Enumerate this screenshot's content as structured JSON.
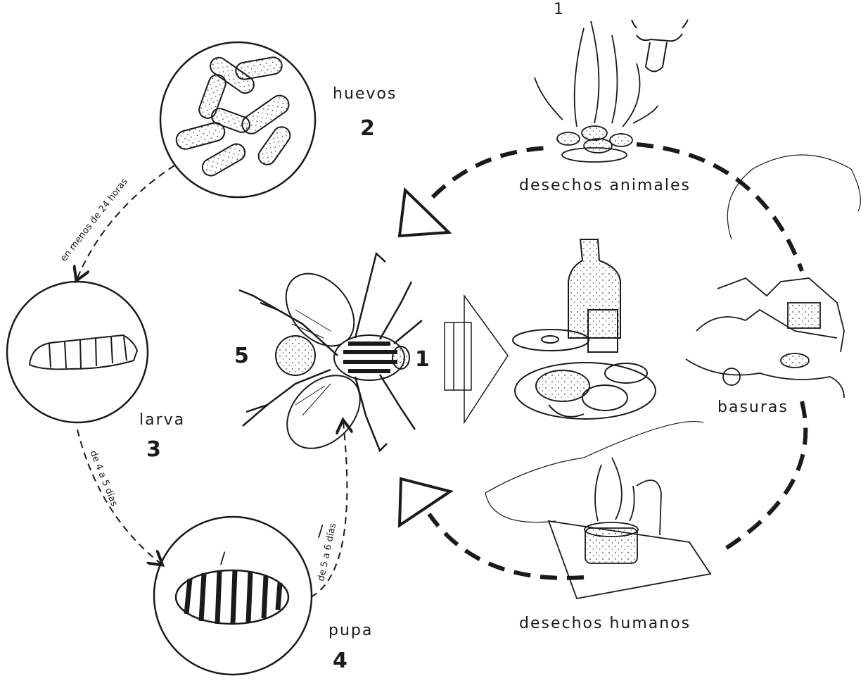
{
  "stages": {
    "eggs": {
      "label": "huevos",
      "number": "2"
    },
    "larva": {
      "label": "larva",
      "number": "3"
    },
    "pupa": {
      "label": "pupa",
      "number": "4"
    },
    "adult": {
      "number": "5"
    }
  },
  "transitions": {
    "eggs_to_larva": "en menos de 24 horas",
    "larva_to_pupa": "de 4 a 5 días",
    "pupa_to_adult": "de 5 a 6 días"
  },
  "sources": {
    "animal_waste": "desechos animales",
    "garbage": "basuras",
    "human_waste": "desechos humanos"
  },
  "markers": {
    "fly_to_food": "1",
    "smoke": "1",
    "pupa_mark": "/",
    "pupa_arrow_mark": "/"
  },
  "colors": {
    "ink": "#1a1a1a",
    "paper": "#ffffff"
  }
}
